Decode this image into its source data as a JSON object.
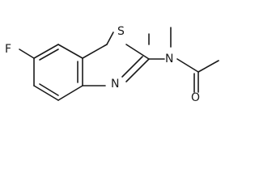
{
  "molecule": {
    "atoms": {
      "fluorine": "F",
      "sulfur": "S",
      "ring_nitrogen": "N",
      "amide_nitrogen": "N",
      "carbonyl_oxygen": "O"
    }
  },
  "colors": {
    "bond": "#1a1a1a",
    "label": "#1a1a1a",
    "background": "#ffffff"
  }
}
